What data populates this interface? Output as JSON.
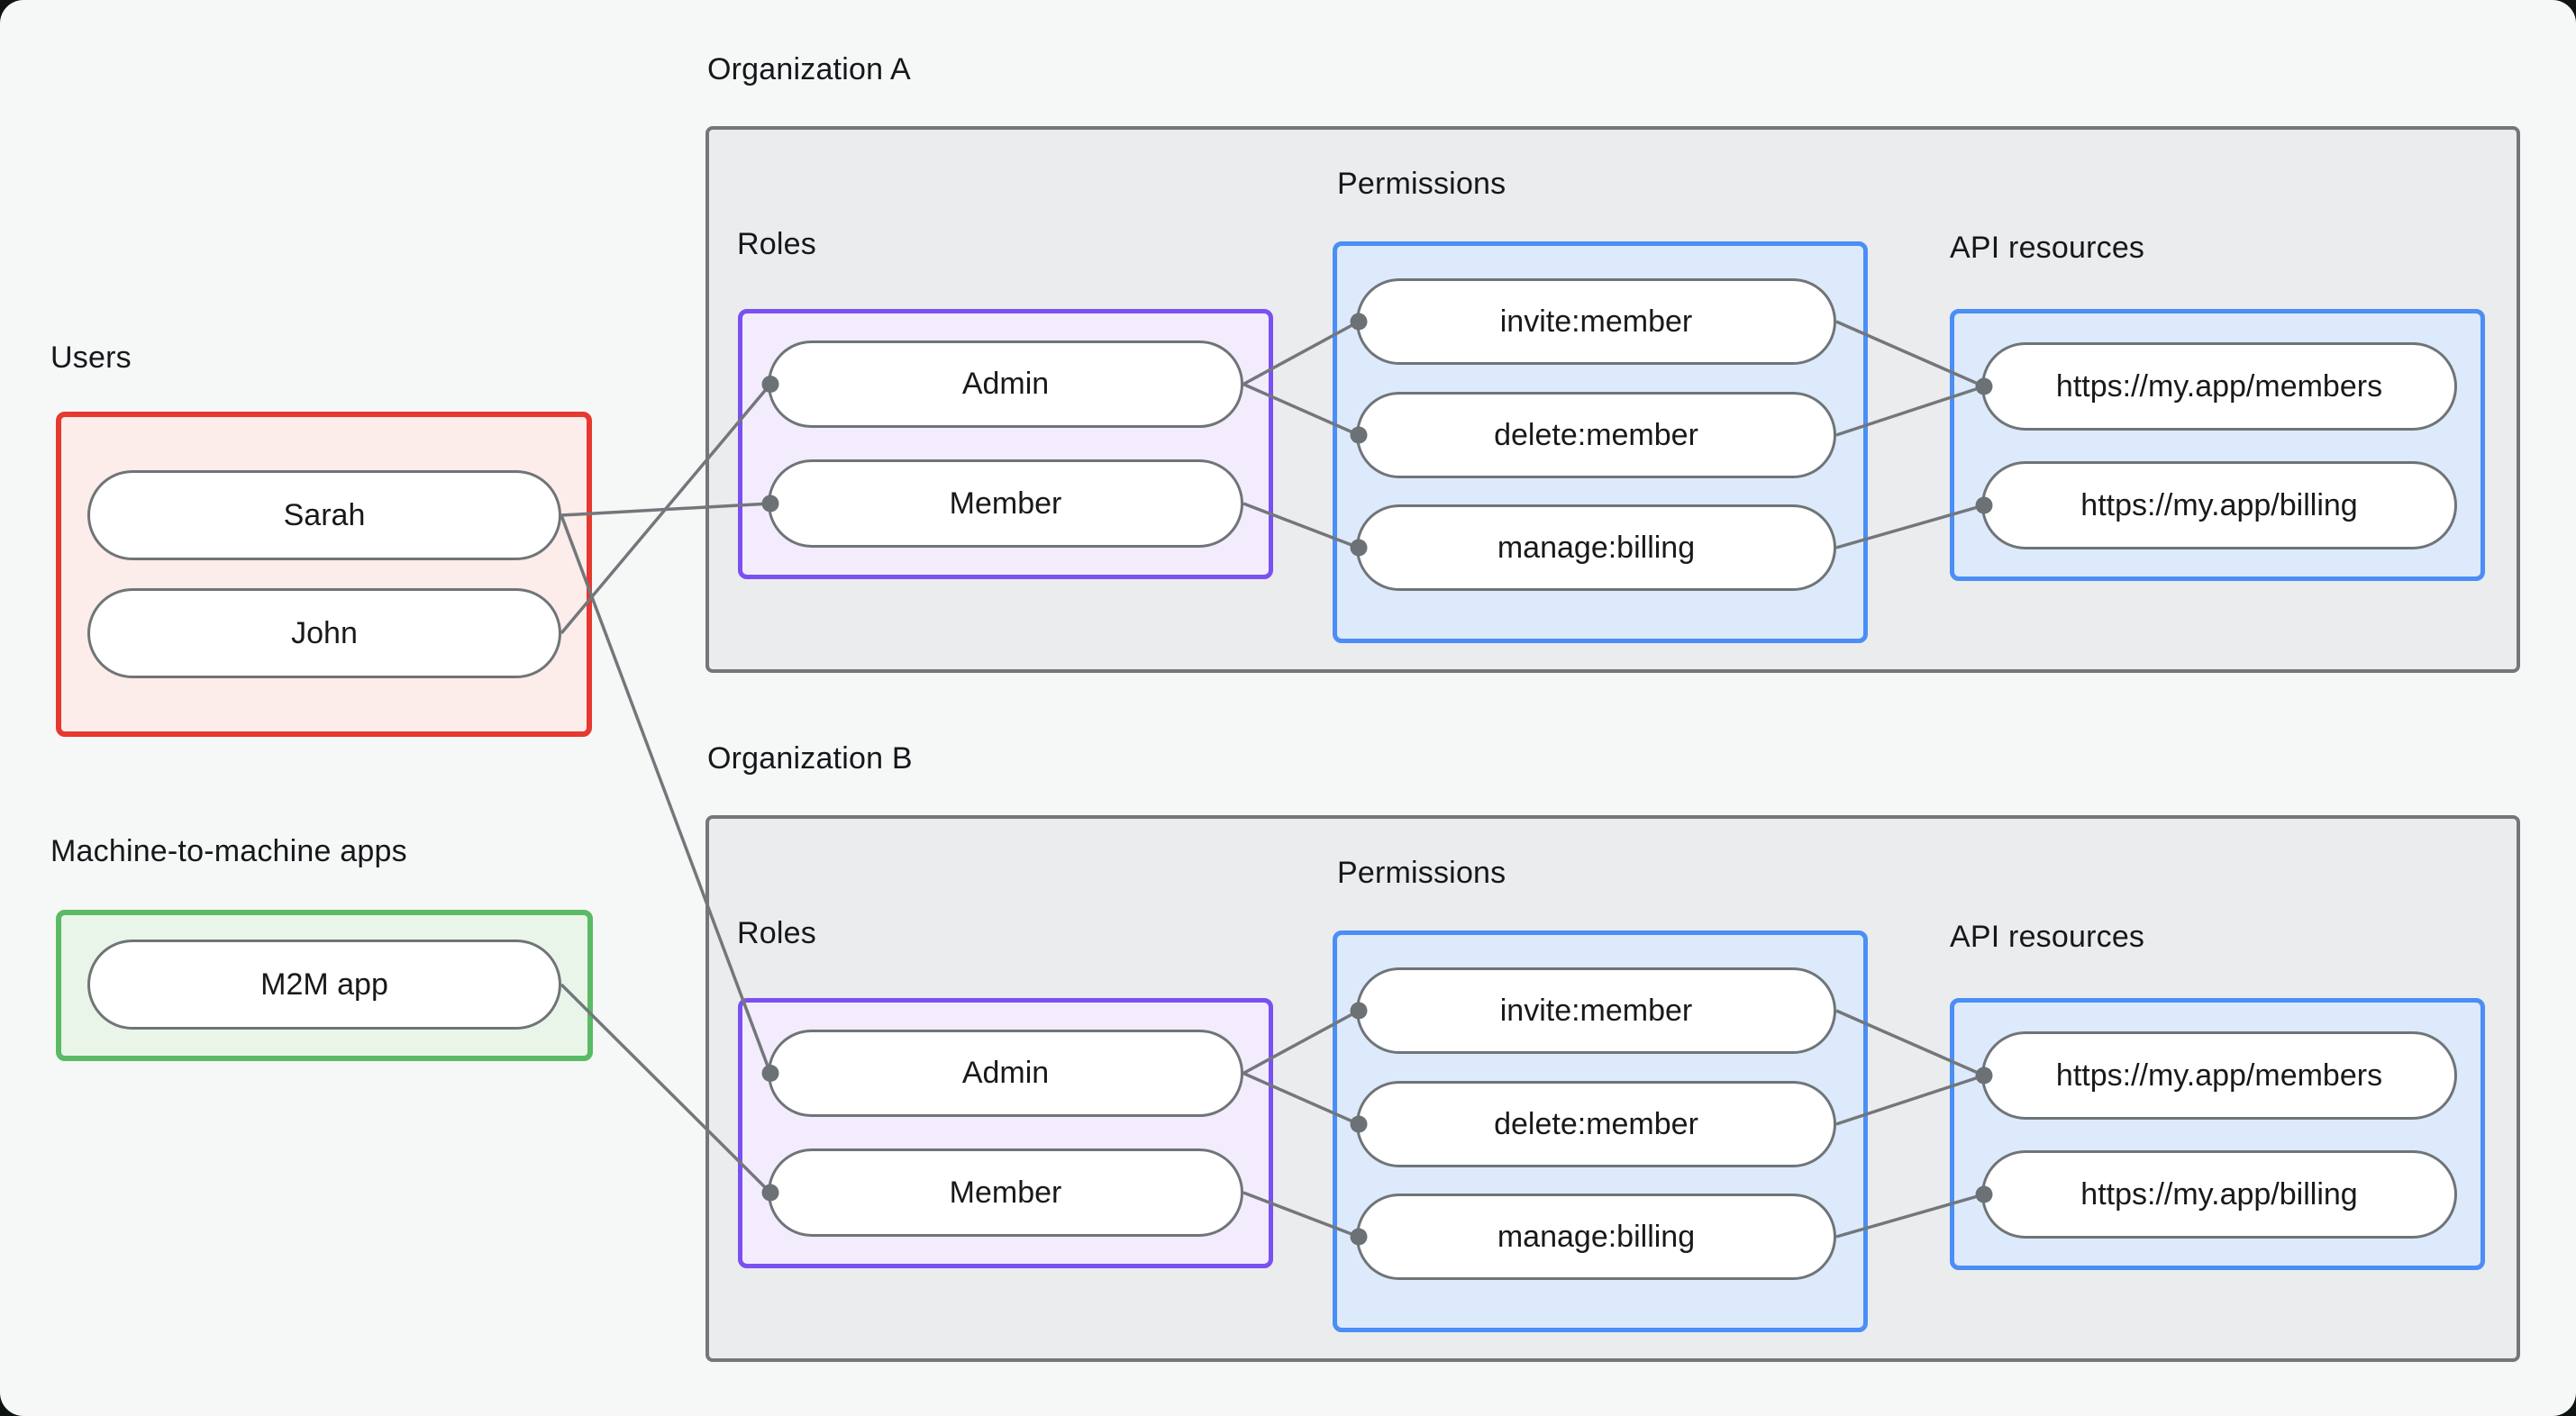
{
  "canvas": {
    "background": "#f6f7f7"
  },
  "colors": {
    "page_bg": "#f6f7f7",
    "org_fill": "#ebeced",
    "org_border": "#737779",
    "users_border": "#e6392f",
    "users_fill": "#fcecea",
    "m2m_border": "#5bba64",
    "m2m_fill": "#e9f5e9",
    "roles_border": "#7a50f2",
    "roles_fill": "#f2ecfd",
    "blue_border": "#4b8ef5",
    "blue_fill": "#ddeafc",
    "pill_border": "#6f7477",
    "connector": "#73777b",
    "dot": "#6c7175",
    "text": "#15181a"
  },
  "users_group": {
    "label": "Users",
    "items": [
      "Sarah",
      "John"
    ]
  },
  "m2m_group": {
    "label": "Machine-to-machine apps",
    "items": [
      "M2M app"
    ]
  },
  "org_a": {
    "label": "Organization A",
    "roles": {
      "label": "Roles",
      "items": [
        "Admin",
        "Member"
      ]
    },
    "permissions": {
      "label": "Permissions",
      "items": [
        "invite:member",
        "delete:member",
        "manage:billing"
      ]
    },
    "api": {
      "label": "API resources",
      "items": [
        "https://my.app/members",
        "https://my.app/billing"
      ]
    }
  },
  "org_b": {
    "label": "Organization B",
    "roles": {
      "label": "Roles",
      "items": [
        "Admin",
        "Member"
      ]
    },
    "permissions": {
      "label": "Permissions",
      "items": [
        "invite:member",
        "delete:member",
        "manage:billing"
      ]
    },
    "api": {
      "label": "API resources",
      "items": [
        "https://my.app/members",
        "https://my.app/billing"
      ]
    }
  },
  "edges": [
    [
      "user-sarah",
      "a-member"
    ],
    [
      "user-john",
      "a-admin"
    ],
    [
      "user-sarah",
      "b-admin"
    ],
    [
      "m2m-app",
      "b-member"
    ],
    [
      "a-admin",
      "a-invite"
    ],
    [
      "a-admin",
      "a-delete"
    ],
    [
      "a-member",
      "a-manage"
    ],
    [
      "a-invite",
      "a-members"
    ],
    [
      "a-delete",
      "a-members"
    ],
    [
      "a-manage",
      "a-billing"
    ],
    [
      "b-admin",
      "b-invite"
    ],
    [
      "b-admin",
      "b-delete"
    ],
    [
      "b-member",
      "b-manage"
    ],
    [
      "b-invite",
      "b-members"
    ],
    [
      "b-delete",
      "b-members"
    ],
    [
      "b-manage",
      "b-billing"
    ]
  ]
}
